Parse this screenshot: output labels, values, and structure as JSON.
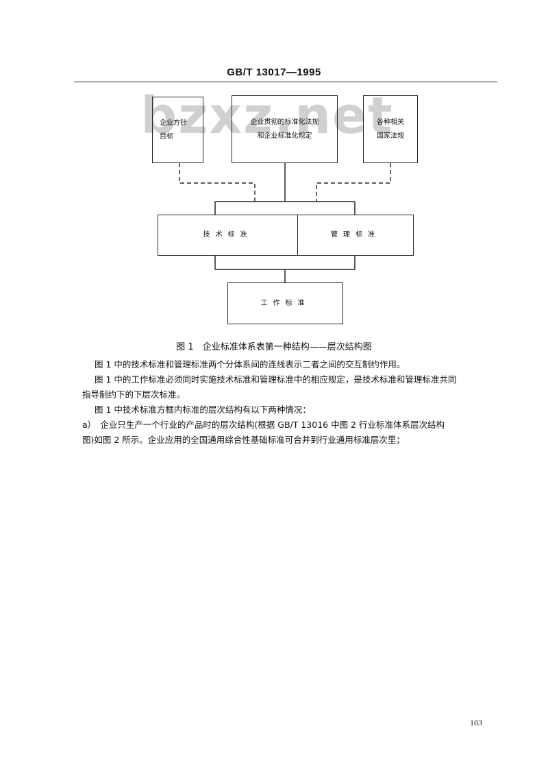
{
  "header": {
    "standard_code": "GB/T 13017—1995"
  },
  "watermark": "bzxz.net",
  "figure": {
    "boxes": {
      "policy_line1": "企业方针",
      "policy_line2": "目标",
      "laws_line1": "企业贯彻的标准化法规",
      "laws_line2": "和企业标准化规定",
      "related_line1": "各种相关",
      "related_line2": "国家法规",
      "technical": "技术标准",
      "management": "管理标准",
      "work": "工作标准"
    },
    "caption": "图 1　企业标准体系表第一种结构——层次结构图"
  },
  "body": {
    "p1": "图 1 中的技术标准和管理标准两个分体系间的连线表示二者之间的交互制约作用。",
    "p2": "图 1 中的工作标准必须同时实施技术标准和管理标准中的相应规定，是技术标准和管理标准共同",
    "p3": "指导制约下的下层次标准。",
    "p4": "图 1 中技术标准方框内标准的层次结构有以下两种情况：",
    "p5": "a）　企业只生产一个行业的产品时的层次结构(根据 GB/T 13016 中图 2 行业标准体系层次结构",
    "p6": "图)如图 2 所示。企业应用的全国通用综合性基础标准可合并到行业通用标准层次里；"
  },
  "page_number": "103"
}
